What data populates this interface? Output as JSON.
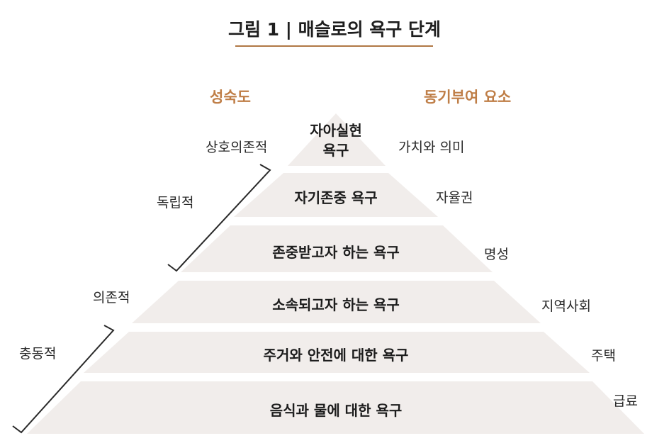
{
  "figure": {
    "title": "그림 1 | 매슬로의 욕구 단계",
    "left_header": "성숙도",
    "right_header": "동기부여 요소",
    "accent_color": "#bf7e47",
    "tier_fill": "#f1edeb"
  },
  "tiers": [
    {
      "label_line1": "자아실현",
      "label_line2": "욕구",
      "factor": "가치와 의미"
    },
    {
      "label": "자기존중 욕구",
      "factor": "자율권"
    },
    {
      "label": "존중받고자 하는 욕구",
      "factor": "명성"
    },
    {
      "label": "소속되고자 하는 욕구",
      "factor": "지역사회"
    },
    {
      "label": "주거와 안전에 대한 욕구",
      "factor": "주택"
    },
    {
      "label": "음식과 물에 대한 욕구",
      "factor": "급료"
    }
  ],
  "maturity": {
    "interdependent": "상호의존적",
    "independent": "독립적",
    "dependent": "의존적",
    "impulsive": "충동적"
  }
}
